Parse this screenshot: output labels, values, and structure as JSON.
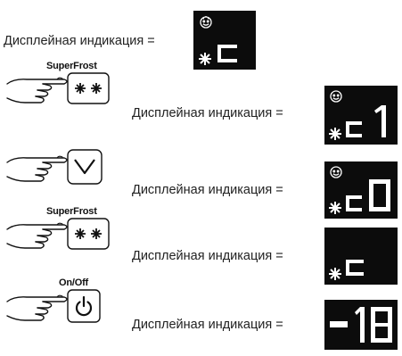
{
  "steps": [
    {
      "label": "Дисплейная индикация =",
      "display": {
        "smiley": true,
        "snow": true,
        "glyphs": "c"
      }
    },
    {
      "button": {
        "caption": "SuperFrost",
        "symbol": "snowflakes-icon"
      },
      "label": "Дисплейная индикация =",
      "display": {
        "smiley": true,
        "snow": true,
        "glyphs": "c 1"
      }
    },
    {
      "button": {
        "caption": "",
        "symbol": "chevron-down-icon"
      },
      "label": "Дисплейная индикация =",
      "display": {
        "smiley": true,
        "snow": true,
        "glyphs": "c0"
      }
    },
    {
      "button": {
        "caption": "SuperFrost",
        "symbol": "snowflakes-icon"
      },
      "label": "Дисплейная индикация =",
      "display": {
        "smiley": false,
        "snow": true,
        "glyphs": "c"
      }
    },
    {
      "button": {
        "caption": "On/Off",
        "symbol": "power-icon"
      },
      "label": "Дисплейная индикация =",
      "display": {
        "smiley": false,
        "snow": false,
        "glyphs": "- 18"
      }
    }
  ],
  "colors": {
    "display_bg": "#0c0c0c",
    "segment": "#ffffff",
    "text": "#222222"
  }
}
